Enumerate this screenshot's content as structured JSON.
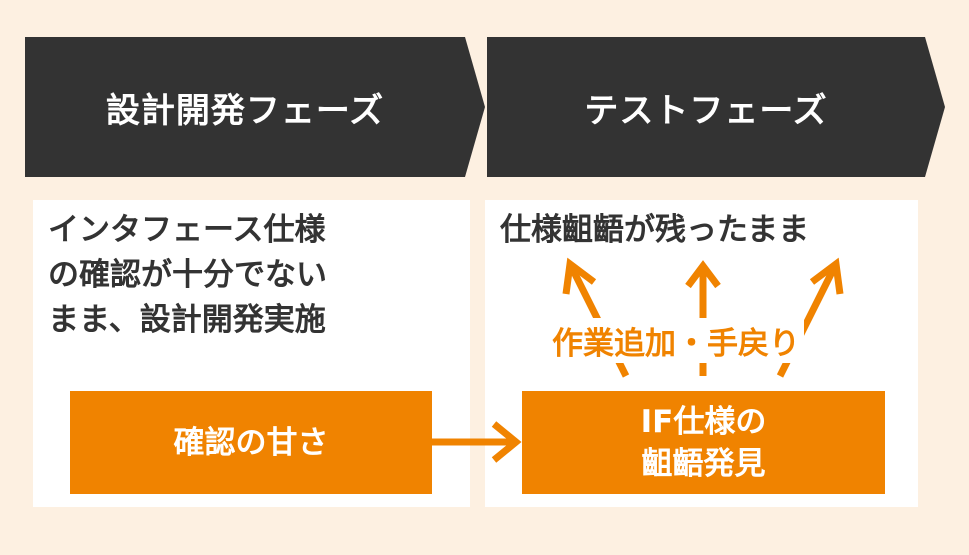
{
  "phases": {
    "design": "設計開発フェーズ",
    "test": "テストフェーズ"
  },
  "left_panel": {
    "lines": [
      "インタフェース仕様",
      "の確認が十分でない",
      "まま、設計開発実施"
    ],
    "box": "確認の甘さ"
  },
  "right_panel": {
    "heading": "仕様齟齬が残ったまま",
    "arrow_label": "作業追加・手戻り",
    "box_lines": [
      "IF仕様の",
      "齟齬発見"
    ]
  },
  "colors": {
    "dark": "#333333",
    "accent": "#f08300",
    "background": "#fdf0e1"
  }
}
